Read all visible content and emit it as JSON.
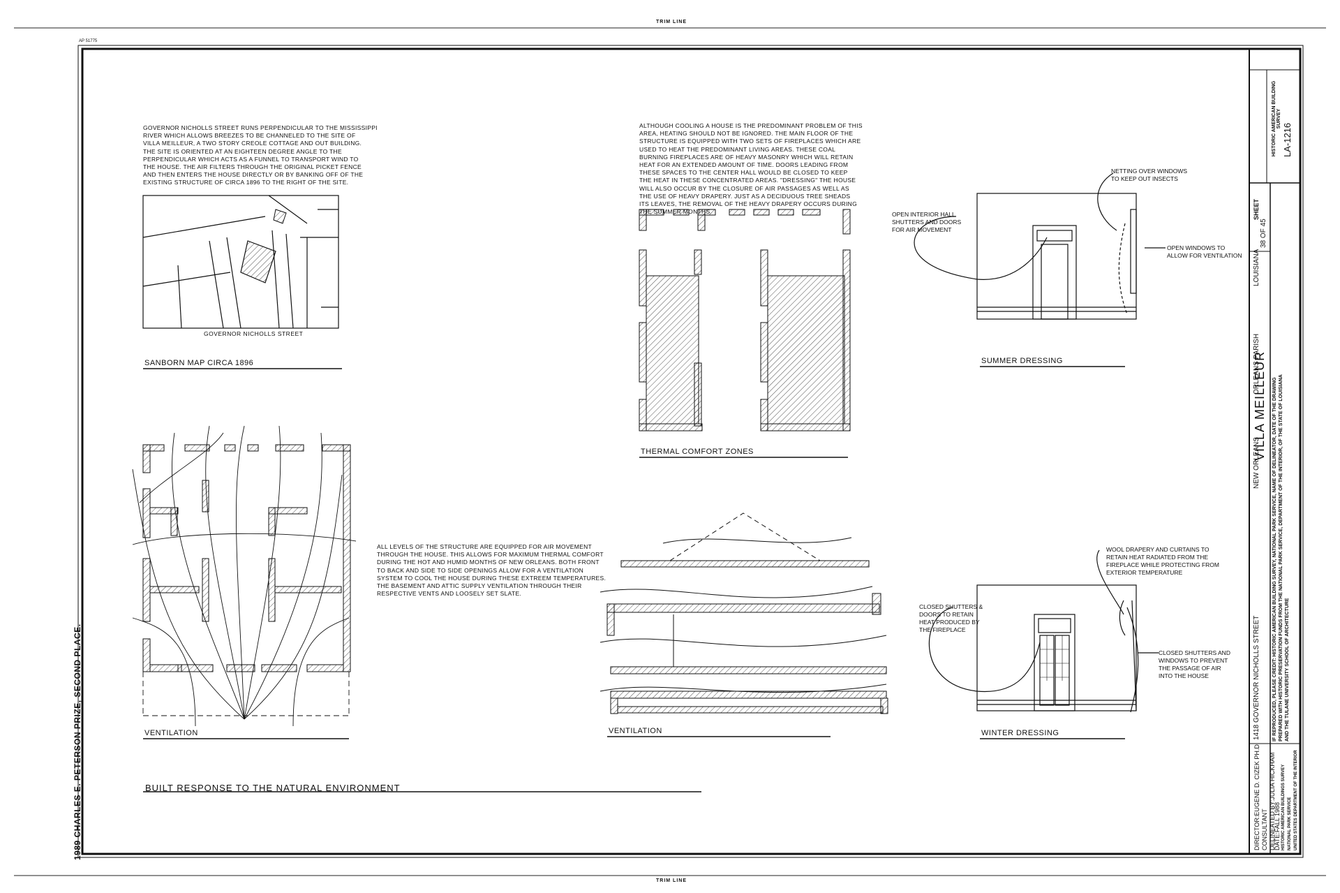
{
  "sheet": {
    "trim_line_top": "TRIM LINE",
    "trim_line_bottom": "TRIM LINE",
    "ref_number": "AP 51775",
    "prize_note": "1989 CHARLES E. PETERSON PRIZE, SECOND PLACE.",
    "main_title": "BUILT RESPONSE TO THE NATURAL ENVIRONMENT"
  },
  "sanborn": {
    "notes": "GOVERNOR NICHOLLS STREET RUNS PERPENDICULAR TO THE MISSISSIPPI\nRIVER WHICH ALLOWS BREEZES TO BE CHANNELED TO THE SITE OF\nVILLA MEILLEUR, A TWO STORY CREOLE COTTAGE AND OUT BUILDING.\nTHE SITE IS ORIENTED AT AN EIGHTEEN DEGREE ANGLE TO THE\nPERPENDICULAR WHICH ACTS AS A FUNNEL TO TRANSPORT WIND TO\nTHE HOUSE. THE AIR FILTERS THROUGH THE ORIGINAL PICKET FENCE\nAND THEN ENTERS THE HOUSE DIRECTLY OR BY BANKING OFF OF THE\nEXISTING STRUCTURE OF CIRCA 1896 TO THE RIGHT OF THE SITE.",
    "street": "GOVERNOR NICHOLLS STREET",
    "caption": "SANBORN MAP CIRCA 1896"
  },
  "thermal": {
    "notes": "ALTHOUGH COOLING A HOUSE IS THE PREDOMINANT PROBLEM OF THIS\nAREA, HEATING SHOULD NOT BE IGNORED. THE MAIN FLOOR OF THE\nSTRUCTURE IS EQUIPPED WITH TWO SETS OF FIREPLACES WHICH ARE\nUSED TO HEAT THE PREDOMINANT LIVING AREAS. THESE COAL\nBURNING FIREPLACES ARE OF HEAVY MASONRY WHICH WILL RETAIN\nHEAT FOR AN EXTENDED AMOUNT OF TIME. DOORS LEADING FROM\nTHESE SPACES TO THE CENTER HALL WOULD BE CLOSED TO KEEP\nTHE HEAT IN THESE CONCENTRATED AREAS. \"DRESSING\" THE HOUSE\nWILL ALSO OCCUR BY THE CLOSURE OF AIR PASSAGES AS WELL AS\nTHE USE OF HEAVY DRAPERY. JUST AS A DECIDUOUS TREE SHEADS\nITS LEAVES, THE REMOVAL OF THE HEAVY DRAPERY OCCURS DURING\nTHE SUMMER MONTHS.",
    "caption": "THERMAL COMFORT ZONES"
  },
  "summer": {
    "callout_netting": "NETTING OVER WINDOWS\nTO KEEP OUT INSECTS",
    "callout_hall": "OPEN INTERIOR HALL\nSHUTTERS AND DOORS\nFOR AIR MOVEMENT",
    "callout_windows": "OPEN WINDOWS TO\nALLOW FOR VENTILATION",
    "caption": "SUMMER DRESSING"
  },
  "ventilation_plan": {
    "caption": "VENTILATION"
  },
  "ventilation_section": {
    "notes": "ALL LEVELS OF THE STRUCTURE ARE EQUIPPED FOR AIR MOVEMENT\nTHROUGH THE HOUSE. THIS ALLOWS FOR MAXIMUM THERMAL COMFORT\nDURING THE HOT AND HUMID MONTHS OF NEW ORLEANS. BOTH FRONT\nTO BACK AND SIDE TO SIDE OPENINGS ALLOW FOR A VENTILATION\nSYSTEM TO COOL THE HOUSE DURING THESE EXTREEM TEMPERATURES.\nTHE BASEMENT AND ATTIC SUPPLY VENTILATION THROUGH THEIR\nRESPECTIVE VENTS AND LOOSELY SET SLATE.",
    "caption": "VENTILATION"
  },
  "winter": {
    "callout_drapery": "WOOL DRAPERY AND CURTAINS TO\nRETAIN HEAT RADIATED FROM THE\nFIREPLACE WHILE PROTECTING FROM\nEXTERIOR TEMPERATURE",
    "callout_doors": "CLOSED SHUTTERS &\nDOORS TO RETAIN\nHEAT PRODUCED BY\nTHE FIREPLACE",
    "callout_shutters": "CLOSED SHUTTERS AND\nWINDOWS TO PREVENT\nTHE PASSAGE OF AIR\nINTO THE HOUSE",
    "caption": "WINTER DRESSING"
  },
  "title_block": {
    "director": "DIRECTOR:EUGENE D. CIZEK PH.D",
    "consultant": "CONSULTANT",
    "delineated": "DELINEATED BY:JULIA HICKHAM",
    "date": "DATE:FALL 1988",
    "agency1": "HISTORIC AMERICAN BUILDINGS SURVEY",
    "agency2": "NATIONAL PARK SERVICE",
    "agency3": "UNITED STATES DEPARTMENT OF THE INTERIOR",
    "building": "VILLA MEILLEUR",
    "address": "1418 GOVERNOR NICHOLLS STREET",
    "city": "NEW ORLEANS",
    "parish": "ORLEANS PARISH",
    "state": "LOUISIANA",
    "credit1": "IF REPRODUCED, PLEASE CREDIT: HISTORIC AMERICAN BUILDING SURVEY, NATIONAL PARK SERVICE, NAME OF DELINEATOR, DATE OF THE DRAWING",
    "credit2": "PREPARED WITH HISTORIC PRESERVATION FUNDS FROM THE NATIONAL PARK SERVICE, DEPARTMENT OF THE INTERIOR, OF THE STATE OF LOUISIANA",
    "credit3": "AND THE TULANE UNIVERSITY SCHOOL OF ARCHITECTURE",
    "sheet_label": "SHEET",
    "sheet_num": "38 OF 45",
    "survey_name": "HISTORIC AMERICAN BUILDING SURVEY",
    "survey_num": "LA-1216"
  }
}
